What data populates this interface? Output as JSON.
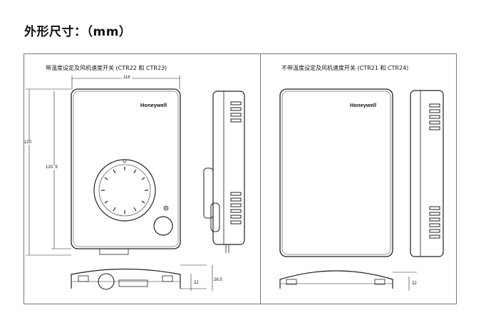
{
  "title": "外形尺寸：（mm）",
  "left_panel": {
    "caption": "带温度设定及风机速度开关 (CTR22 和 CTR23)",
    "brand": "Honeywell",
    "dim_width": "116",
    "dim_height_outer": "120",
    "dim_height_inner": "120. 9",
    "dim_depth": "22",
    "dim_depth_knob": "26.5"
  },
  "right_panel": {
    "caption": "不带温度设定及风机速度开关 (CTR21 和 CTR24)",
    "brand": "Honeywell",
    "dim_depth": "22"
  }
}
